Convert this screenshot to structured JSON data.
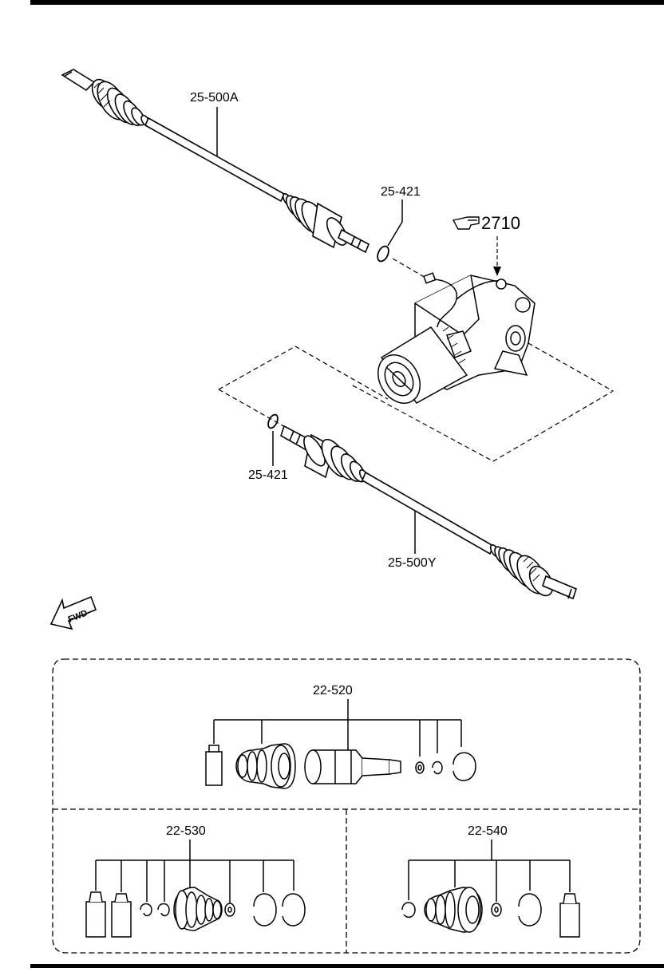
{
  "upper_diagram": {
    "left_shaft": {
      "part_number": "25-500A"
    },
    "right_shaft": {
      "part_number": "25-500Y"
    },
    "snap_ring_top": {
      "part_number": "25-421"
    },
    "snap_ring_bottom": {
      "part_number": "25-421"
    },
    "transaxle": {
      "ref_number": "2710",
      "icon": "pointing-hand-icon"
    },
    "direction_arrow": {
      "label": "FWD"
    }
  },
  "kits": [
    {
      "part_number": "22-520"
    },
    {
      "part_number": "22-530"
    },
    {
      "part_number": "22-540"
    }
  ],
  "colors": {
    "line": "#000000",
    "background": "#ffffff"
  }
}
